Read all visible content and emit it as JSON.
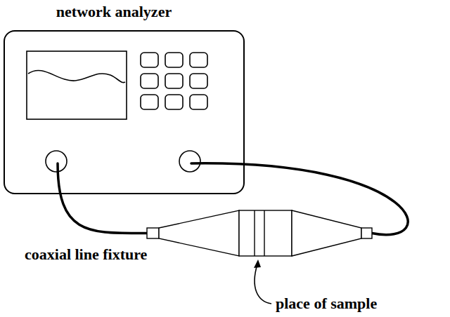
{
  "diagram": {
    "nodes": [
      {
        "text": [
          "network analyzer"
        ]
      },
      {
        "text": [
          "coaxial line fixture"
        ]
      }
    ],
    "edges": [
      {
        "from": 0,
        "to": 1,
        "arrow": "none"
      },
      {
        "from": 0,
        "to": 1,
        "arrow": "none"
      }
    ],
    "labels": [
      "place of sample"
    ]
  }
}
